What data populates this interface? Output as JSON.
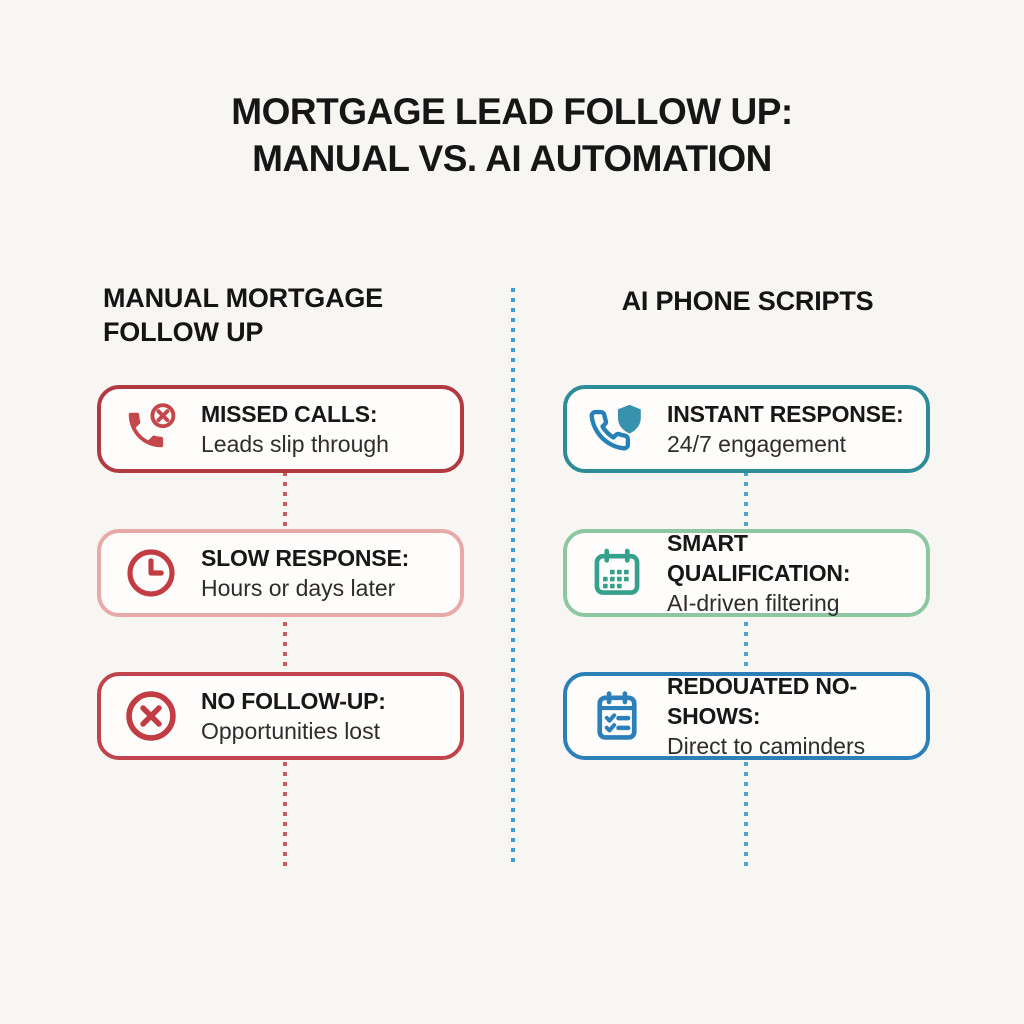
{
  "page": {
    "background": "#f8f6f3",
    "card_background": "#fffdfb"
  },
  "title": {
    "line1": "MORTGAGE LEAD FOLLOW UP:",
    "line2": "MANUAL VS. AI AUTOMATION"
  },
  "divider": {
    "center_color": "#3d9ed2",
    "left_connector_color": "#c25f62",
    "right_connector_color": "#4ba4cd"
  },
  "columns": [
    {
      "header": "MANUAL MORTGAGE FOLLOW UP",
      "items": [
        {
          "icon": "missed-call-icon",
          "title": "MISSED CALLS:",
          "subtitle": "Leads slip through",
          "border": "#b13a40",
          "icon_color": "#c4474c"
        },
        {
          "icon": "clock-icon",
          "title": "SLOW RESPONSE:",
          "subtitle": "Hours or days later",
          "border": "#e8aaa8",
          "icon_color": "#c23d43"
        },
        {
          "icon": "x-circle-icon",
          "title": "NO FOLLOW-UP:",
          "subtitle": "Opportunities lost",
          "border": "#c0444b",
          "icon_color": "#c23d43"
        }
      ]
    },
    {
      "header": "AI PHONE SCRIPTS",
      "items": [
        {
          "icon": "phone-shield-icon",
          "title": "INSTANT RESPONSE:",
          "subtitle": "24/7 engagement",
          "border": "#2d8c97",
          "icon_color": "#2781b8",
          "icon_shield_color": "#3792ad"
        },
        {
          "icon": "calendar-icon",
          "title": "SMART QUALIFICATION:",
          "subtitle": "AI-driven filtering",
          "border": "#8cc7a1",
          "icon_color": "#35a18c"
        },
        {
          "icon": "clipboard-check-icon",
          "title": "REDOUATED NO-SHOWS:",
          "subtitle": "Direct to caminders",
          "border": "#2c80ba",
          "icon_color": "#2c80ba"
        }
      ]
    }
  ]
}
